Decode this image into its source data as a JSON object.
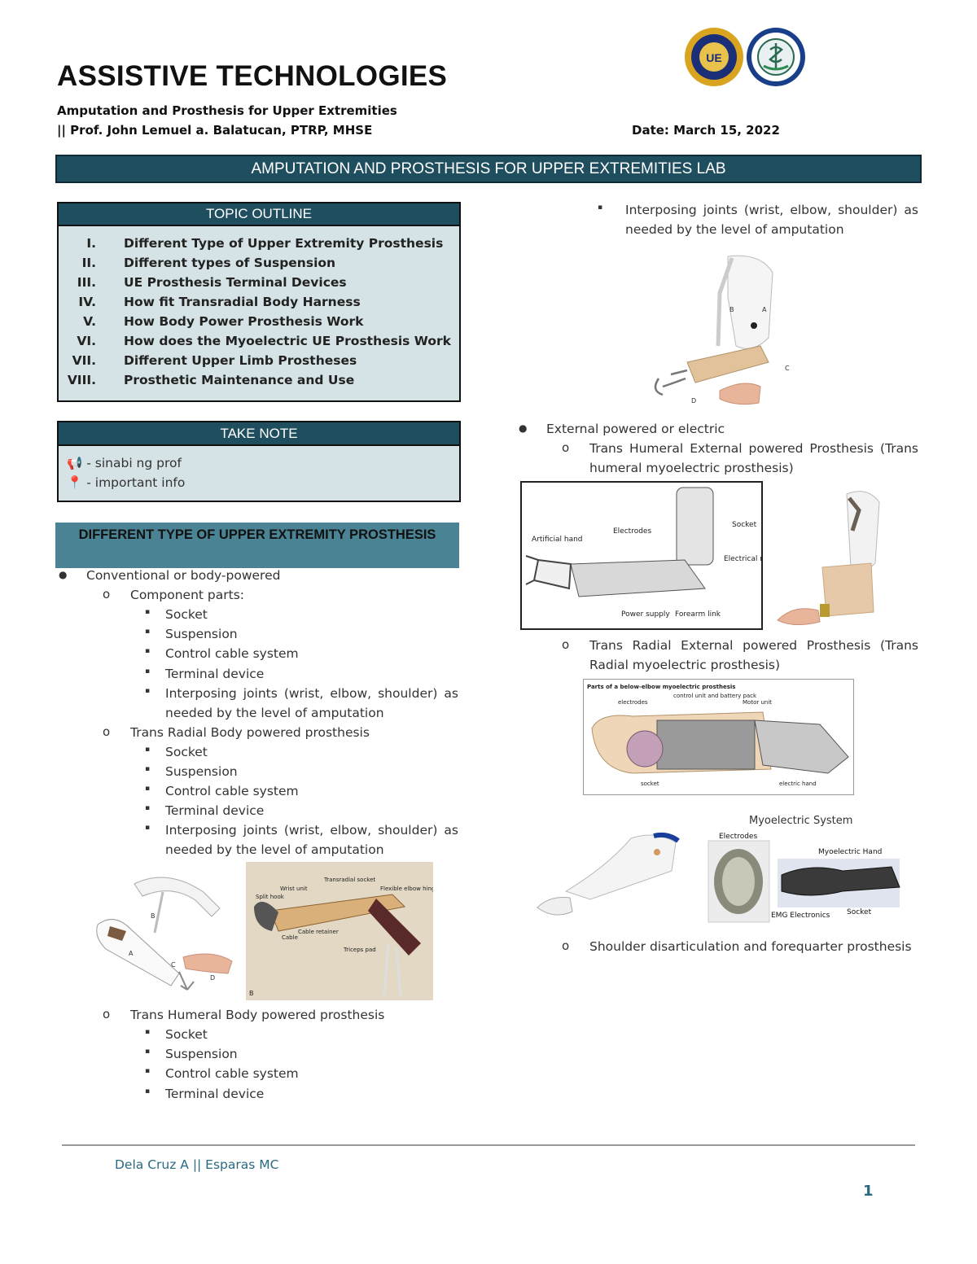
{
  "header": {
    "title": "ASSISTIVE TECHNOLOGIES",
    "subtitle": "Amputation and Prosthesis for Upper Extremities",
    "prof": "|| Prof. John Lemuel a. Balatucan, PTRP, MHSE",
    "date": "Date: March 15, 2022",
    "logo1_text": "UE"
  },
  "banner": "AMPUTATION AND PROSTHESIS FOR UPPER EXTREMITIES LAB",
  "outline": {
    "title": "TOPIC OUTLINE",
    "items": [
      {
        "num": "I.",
        "text": "Different Type of Upper Extremity Prosthesis"
      },
      {
        "num": "II.",
        "text": "Different types of Suspension"
      },
      {
        "num": "III.",
        "text": "UE Prosthesis Terminal Devices"
      },
      {
        "num": "IV.",
        "text": "How fit Transradial Body Harness"
      },
      {
        "num": "V.",
        "text": "How Body Power Prosthesis Work"
      },
      {
        "num": "VI.",
        "text": "How does the Myoelectric UE Prosthesis Work"
      },
      {
        "num": "VII.",
        "text": "Different Upper Limb Prostheses"
      },
      {
        "num": "VIII.",
        "text": "Prosthetic Maintenance and Use"
      }
    ]
  },
  "takenote": {
    "title": "TAKE NOTE",
    "line1": "- sinabi ng prof",
    "line2": "- important info"
  },
  "section_title": "DIFFERENT TYPE OF UPPER EXTREMITY PROSTHESIS",
  "left": {
    "conv": "Conventional or body-powered",
    "comp": "Component parts:",
    "c_socket": "Socket",
    "c_susp": "Suspension",
    "c_cable": "Control cable system",
    "c_td": "Terminal device",
    "c_joints1": "Interposing joints (wrist, elbow, shoulder) as",
    "c_joints2": "needed by the level of amputation",
    "trb": "Trans Radial Body powered prosthesis",
    "r_socket": "Socket",
    "r_susp": "Suspension",
    "r_cable": "Control cable system",
    "r_td": "Terminal device",
    "r_joints1": "Interposing joints (wrist, elbow, shoulder) as",
    "r_joints2": "needed by the level of amputation",
    "thb": "Trans Humeral Body powered prosthesis",
    "h_socket": "Socket",
    "h_susp": "Suspension",
    "h_cable": "Control cable system",
    "h_td": "Terminal device"
  },
  "fig_trb": {
    "a": "A",
    "b": "B",
    "c": "C",
    "d": "D",
    "photo_labels": [
      "Split hook",
      "Wrist unit",
      "Cable",
      "Cable retainer",
      "Triceps pad",
      "Transradial socket",
      "Flexible elbow hinges"
    ],
    "photo_letter": "B"
  },
  "right": {
    "joints1": "Interposing joints (wrist, elbow, shoulder) as",
    "joints2": "needed by the level of amputation",
    "ext": "External powered or electric",
    "th1": "Trans Humeral External powered Prosthesis (Trans",
    "th2": "humeral myoelectric prosthesis)",
    "tr1": "Trans Radial External powered Prosthesis (Trans",
    "tr2": "Radial myoelectric prosthesis)",
    "shoulder": "Shoulder disarticulation and forequarter prosthesis"
  },
  "fig_thb": {
    "a": "A",
    "b": "B",
    "c": "C",
    "d": "D"
  },
  "fig_th_ext": {
    "labels": [
      "Artificial hand",
      "Electrodes",
      "Socket",
      "Electrical motor",
      "Power supply",
      "Forearm link"
    ]
  },
  "fig_tr_ext": {
    "title": "Parts of a below-elbow myoelectric prosthesis",
    "labels": [
      "electrodes",
      "control unit and battery pack",
      "Motor unit",
      "socket",
      "electric hand"
    ]
  },
  "fig_myo": {
    "title": "Myoelectric System",
    "labels": [
      "Electrodes",
      "Myoelectric Hand",
      "EMG Electronics",
      "Socket"
    ]
  },
  "footer": {
    "authors": "Dela Cruz A || Esparas MC",
    "page": "1"
  },
  "colors": {
    "banner": "#1f4e5f",
    "section": "#4a8393",
    "box_body": "#d6e3e6",
    "footer_text": "#2a6a80"
  }
}
